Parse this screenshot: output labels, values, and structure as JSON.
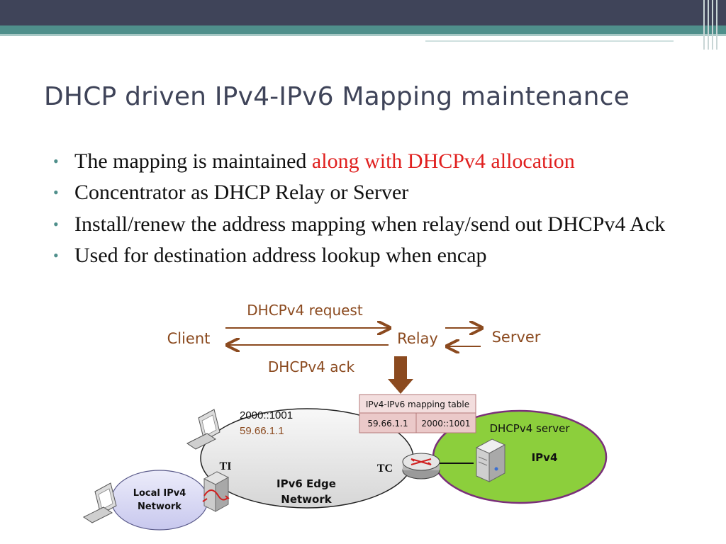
{
  "slide": {
    "title": "DHCP driven IPv4-IPv6 Mapping maintenance",
    "bullets": [
      {
        "text": "The mapping is maintained ",
        "highlight": "along with DHCPv4 allocation"
      },
      {
        "text": "Concentrator as DHCP Relay or Server",
        "highlight": ""
      },
      {
        "text": "Install/renew the address mapping when relay/send out DHCPv4 Ack",
        "highlight": ""
      },
      {
        "text": "Used for destination address lookup when encap",
        "highlight": ""
      }
    ]
  },
  "diagram": {
    "flow": {
      "request_label": "DHCPv4 request",
      "ack_label": "DHCPv4 ack",
      "client_label": "Client",
      "relay_label": "Relay",
      "server_label": "Server"
    },
    "mapping_table": {
      "header": "IPv4-IPv6 mapping table",
      "ipv4": "59.66.1.1",
      "ipv6": "2000::1001"
    },
    "host_addresses": {
      "ipv6": "2000::1001",
      "ipv4": "59.66.1.1"
    },
    "nodes": {
      "ti_label": "TI",
      "tc_label": "TC",
      "edge_network_label_1": "IPv6 Edge",
      "edge_network_label_2": "Network",
      "local_network_label_1": "Local IPv4",
      "local_network_label_2": "Network",
      "dhcp_server_label": "DHCPv4 server",
      "ipv4_cloud_label": "IPv4"
    },
    "colors": {
      "arrow": "#8b4a1f",
      "text_brown": "#8b4a1f",
      "table_header_bg": "#f3dede",
      "table_cell_bg": "#ebc9c9",
      "ipv4_cloud": "#8ccf3c",
      "ipv4_cloud_border": "#7a2f7a",
      "edge_cloud": "#e8e8e8",
      "local_cloud": "#dcdcf3"
    }
  }
}
